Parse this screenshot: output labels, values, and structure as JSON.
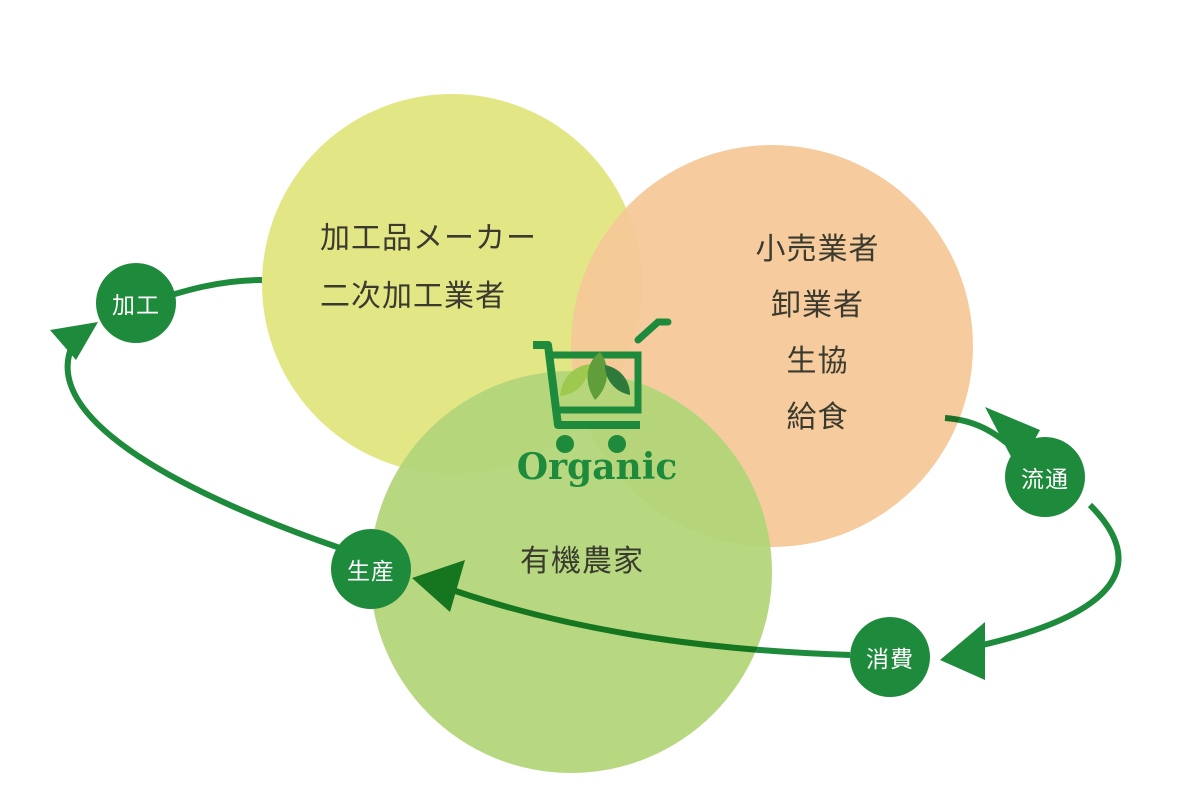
{
  "colors": {
    "processing_circle": "#e2e57d",
    "distribution_circle": "#f6c999",
    "farm_circle": "#b3d67a",
    "cycle_green": "#1e8a3c",
    "leaf_light": "#9cc94e",
    "leaf_mid": "#5f9e3b",
    "leaf_dark": "#2d7a3a",
    "text": "#3a3a2e"
  },
  "circles": {
    "processing": {
      "lines": [
        "加工品メーカー",
        "二次加工業者"
      ]
    },
    "distribution": {
      "lines": [
        "小売業者",
        "卸業者",
        "生協",
        "給食"
      ]
    },
    "farm": {
      "lines": [
        "有機農家"
      ]
    }
  },
  "logo": {
    "word": "Organic",
    "icon": "shopping-cart-icon"
  },
  "cycle": {
    "direction": "clockwise",
    "nodes": [
      "加工",
      "流通",
      "消費",
      "生産"
    ]
  }
}
